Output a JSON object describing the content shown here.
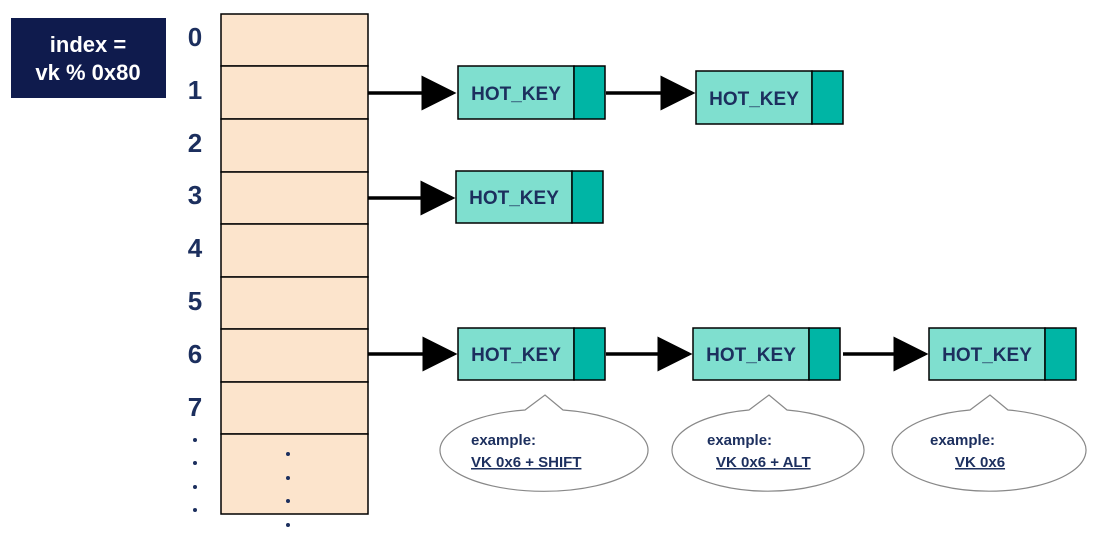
{
  "formula": {
    "line1": "index =",
    "line2": "vk % 0x80"
  },
  "table": {
    "indices": [
      "0",
      "1",
      "2",
      "3",
      "4",
      "5",
      "6",
      "7"
    ],
    "left_dots": ".\n.\n.\n.",
    "cell_dots": ".\n.\n.\n."
  },
  "chains": {
    "row1": [
      {
        "label": "HOT_KEY"
      },
      {
        "label": "HOT_KEY"
      }
    ],
    "row3": [
      {
        "label": "HOT_KEY"
      }
    ],
    "row6": [
      {
        "label": "HOT_KEY"
      },
      {
        "label": "HOT_KEY"
      },
      {
        "label": "HOT_KEY"
      }
    ]
  },
  "callouts": [
    {
      "title": "example:",
      "value": "VK 0x6 + SHIFT"
    },
    {
      "title": "example:",
      "value": "VK 0x6 + ALT"
    },
    {
      "title": "example:",
      "value": "VK 0x6"
    }
  ],
  "colors": {
    "formula_bg": "#0f1b4d",
    "cell_fill": "#fce4cc",
    "node_fill": "#7fdfcf",
    "node_tail": "#00b5a5",
    "text_dark": "#1c2f5e"
  }
}
